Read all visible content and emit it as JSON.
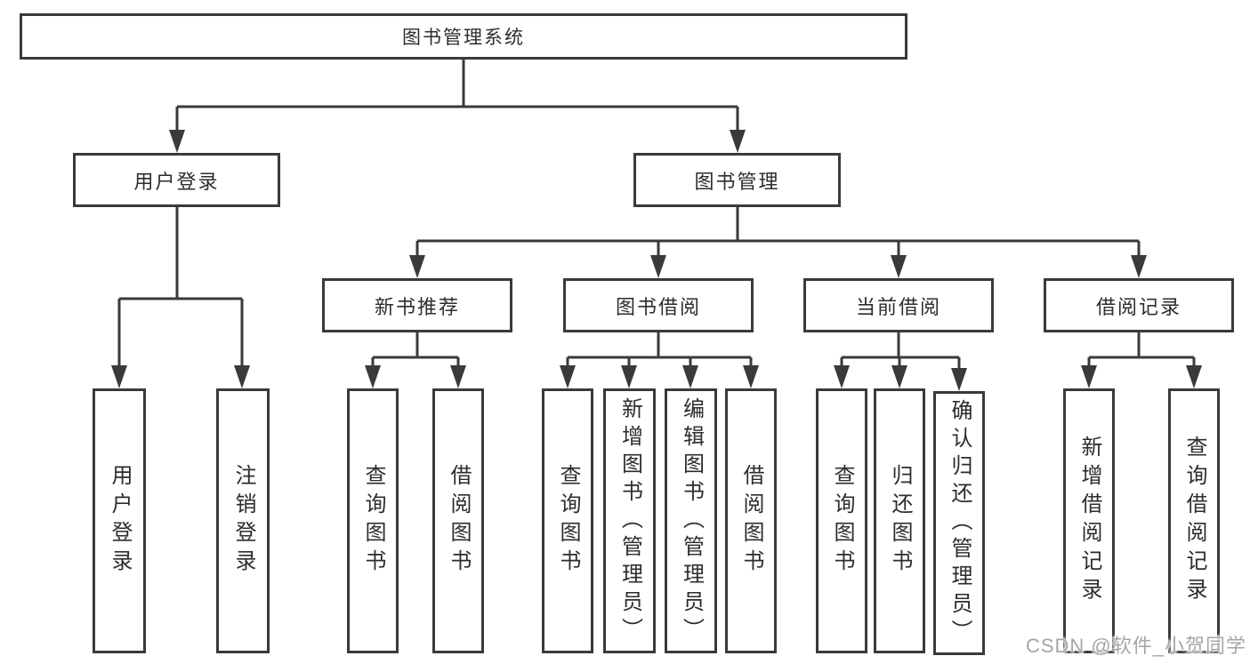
{
  "labels": {
    "root": "图书管理系统",
    "login": "用户登录",
    "manage": "图书管理",
    "rec": "新书推荐",
    "borrow": "图书借阅",
    "current": "当前借阅",
    "records": "借阅记录",
    "leaf_login": "用户登录",
    "leaf_logout": "注销登录",
    "rec_query": "查询图书",
    "rec_borrow": "借阅图书",
    "borrow_query": "查询图书",
    "borrow_add": "新增图书（管理员）",
    "borrow_edit": "编辑图书（管理员）",
    "borrow_borrow": "借阅图书",
    "cur_query": "查询图书",
    "cur_return": "归还图书",
    "cur_confirm": "确认归还（管理员）",
    "records_add": "新增借阅记录",
    "records_query": "查询借阅记录"
  },
  "hierarchy": {
    "图书管理系统": {
      "用户登录": [
        "用户登录",
        "注销登录"
      ],
      "图书管理": {
        "新书推荐": [
          "查询图书",
          "借阅图书"
        ],
        "图书借阅": [
          "查询图书",
          "新增图书（管理员）",
          "编辑图书（管理员）",
          "借阅图书"
        ],
        "当前借阅": [
          "查询图书",
          "归还图书",
          "确认归还（管理员）"
        ],
        "借阅记录": [
          "新增借阅记录",
          "查询借阅记录"
        ]
      }
    }
  },
  "watermark": "CSDN @软件_小贺同学",
  "colors": {
    "line": "#3a3a3a",
    "text": "#2d2d2d",
    "background": "#ffffff",
    "watermark_text": "#a6a6a6"
  }
}
